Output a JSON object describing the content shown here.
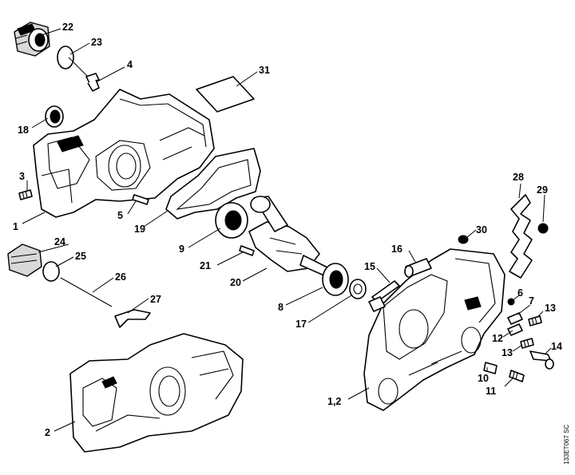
{
  "callouts": [
    {
      "id": "22",
      "label": "22"
    },
    {
      "id": "23",
      "label": "23"
    },
    {
      "id": "4",
      "label": "4"
    },
    {
      "id": "31",
      "label": "31"
    },
    {
      "id": "18",
      "label": "18"
    },
    {
      "id": "3",
      "label": "3"
    },
    {
      "id": "1",
      "label": "1"
    },
    {
      "id": "5",
      "label": "5"
    },
    {
      "id": "19",
      "label": "19"
    },
    {
      "id": "9",
      "label": "9"
    },
    {
      "id": "21",
      "label": "21"
    },
    {
      "id": "20",
      "label": "20"
    },
    {
      "id": "24",
      "label": "24"
    },
    {
      "id": "25",
      "label": "25"
    },
    {
      "id": "26",
      "label": "26"
    },
    {
      "id": "27",
      "label": "27"
    },
    {
      "id": "2",
      "label": "2"
    },
    {
      "id": "8",
      "label": "8"
    },
    {
      "id": "17",
      "label": "17"
    },
    {
      "id": "15",
      "label": "15"
    },
    {
      "id": "16",
      "label": "16"
    },
    {
      "id": "30",
      "label": "30"
    },
    {
      "id": "28",
      "label": "28"
    },
    {
      "id": "29",
      "label": "29"
    },
    {
      "id": "6",
      "label": "6"
    },
    {
      "id": "7",
      "label": "7"
    },
    {
      "id": "13a",
      "label": "13"
    },
    {
      "id": "12",
      "label": "12"
    },
    {
      "id": "13b",
      "label": "13"
    },
    {
      "id": "14",
      "label": "14"
    },
    {
      "id": "10",
      "label": "10"
    },
    {
      "id": "11",
      "label": "11"
    },
    {
      "id": "1_2",
      "label": "1,2"
    }
  ],
  "drawing_code": "133ET067 SC"
}
